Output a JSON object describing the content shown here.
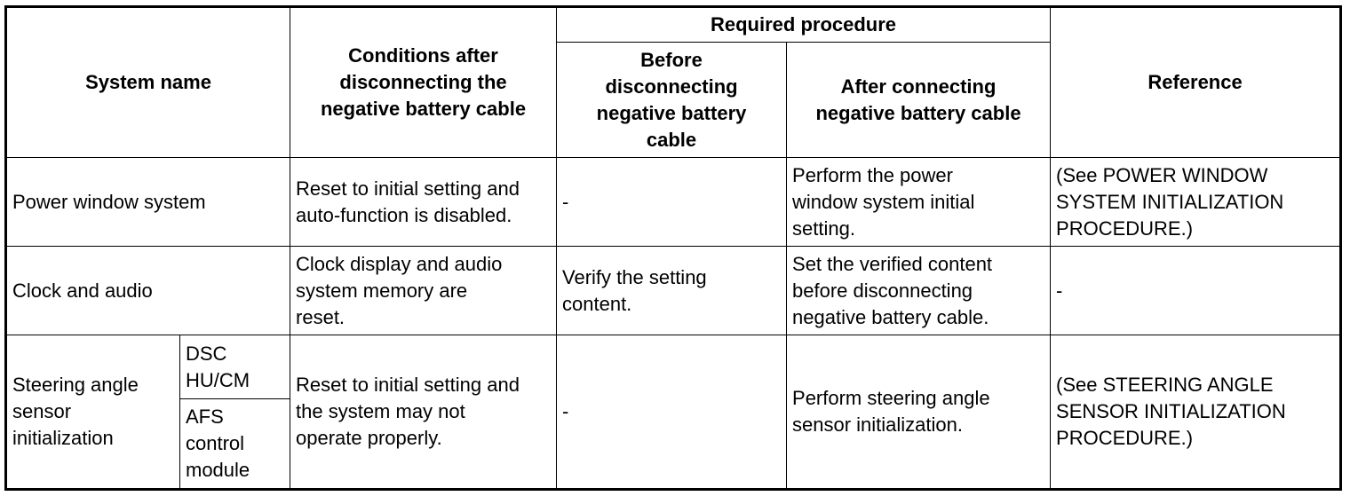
{
  "headers": {
    "system_name": "System name",
    "conditions": "Conditions after\ndisconnecting the\nnegative battery cable",
    "required_procedure": "Required procedure",
    "before": "Before\ndisconnecting\nnegative battery\ncable",
    "after": "After connecting\nnegative battery cable",
    "reference": "Reference"
  },
  "rows": {
    "power_window": {
      "system": "Power window system",
      "conditions": "Reset to initial setting and\nauto-function is disabled.",
      "before": "-",
      "after": "Perform the power\nwindow system initial\nsetting.",
      "reference": "(See POWER WINDOW\nSYSTEM INITIALIZATION\nPROCEDURE.)"
    },
    "clock_audio": {
      "system": "Clock and audio",
      "conditions": "Clock display and audio\nsystem memory are\nreset.",
      "before": "Verify the setting\ncontent.",
      "after": "Set the verified content\nbefore disconnecting\nnegative battery cable.",
      "reference": "-"
    },
    "steering": {
      "system": "Steering angle\nsensor\ninitialization",
      "sub1": "DSC\nHU/CM",
      "sub2": "AFS\ncontrol\nmodule",
      "conditions": "Reset to initial setting and\nthe system may not\noperate properly.",
      "before": "-",
      "after": "Perform steering angle\nsensor initialization.",
      "reference": "(See STEERING ANGLE\nSENSOR INITIALIZATION\nPROCEDURE.)"
    }
  }
}
